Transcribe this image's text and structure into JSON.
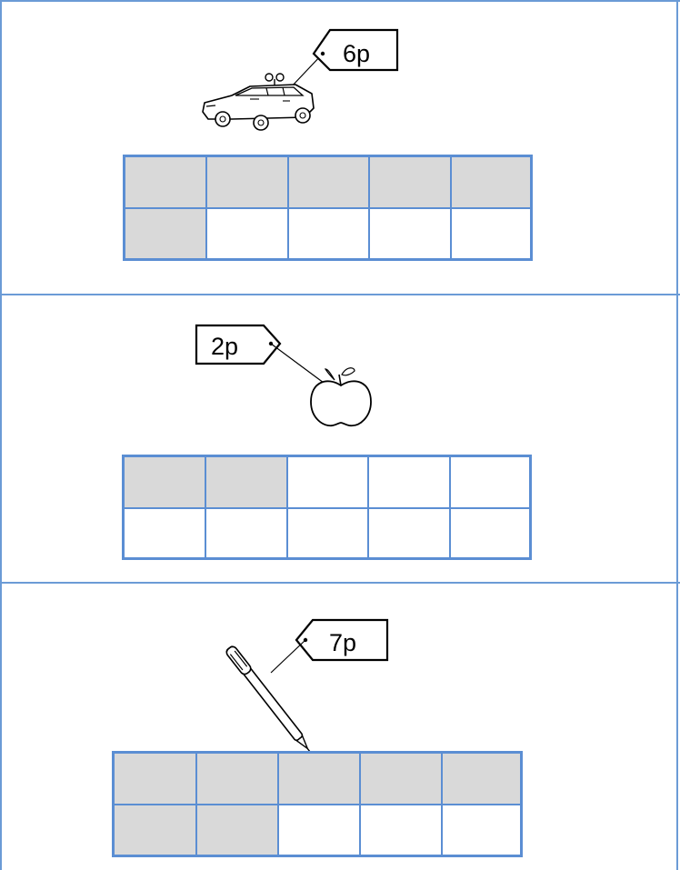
{
  "items": [
    {
      "name": "toy car",
      "icon": "toy-car-icon",
      "price_label": "6p",
      "price": 6,
      "frame": {
        "rows": 2,
        "cols": 5
      }
    },
    {
      "name": "apple",
      "icon": "apple-icon",
      "price_label": "2p",
      "price": 2,
      "frame": {
        "rows": 2,
        "cols": 5
      }
    },
    {
      "name": "pen",
      "icon": "pen-icon",
      "price_label": "7p",
      "price": 7,
      "frame": {
        "rows": 2,
        "cols": 5
      }
    }
  ],
  "colors": {
    "grid_line": "#5b8ed3",
    "shaded_cell": "#d9d9d9",
    "panel_border": "#6b9bd6"
  }
}
